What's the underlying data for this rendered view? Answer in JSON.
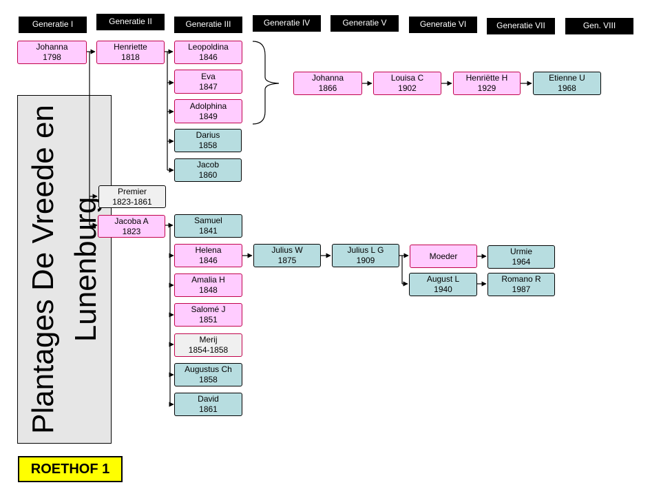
{
  "generations": [
    "Generatie I",
    "Generatie II",
    "Generatie III",
    "Generatie IV",
    "Generatie V",
    "Generatie VI",
    "Generatie VII",
    "Gen. VIII"
  ],
  "title": "Plantages De Vreede en Lunenburg",
  "label": "ROETHOF 1",
  "people": {
    "johanna_1798": {
      "name": "Johanna",
      "years": "1798"
    },
    "henriette_1818": {
      "name": "Henriette",
      "years": "1818"
    },
    "leopoldina": {
      "name": "Leopoldina",
      "years": "1846"
    },
    "eva": {
      "name": "Eva",
      "years": "1847"
    },
    "adolphina": {
      "name": "Adolphina",
      "years": "1849"
    },
    "darius": {
      "name": "Darius",
      "years": "1858"
    },
    "jacob": {
      "name": "Jacob",
      "years": "1860"
    },
    "johanna_1866": {
      "name": "Johanna",
      "years": "1866"
    },
    "louisa": {
      "name": "Louisa C",
      "years": "1902"
    },
    "henriette_h": {
      "name": "Henriëtte H",
      "years": "1929"
    },
    "etienne": {
      "name": "Etienne U",
      "years": "1968"
    },
    "premier": {
      "name": "Premier",
      "years": "1823-1861"
    },
    "jacoba": {
      "name": "Jacoba A",
      "years": "1823"
    },
    "samuel": {
      "name": "Samuel",
      "years": "1841"
    },
    "helena": {
      "name": "Helena",
      "years": "1846"
    },
    "amalia": {
      "name": "Amalia H",
      "years": "1848"
    },
    "salome": {
      "name": "Salomé J",
      "years": "1851"
    },
    "merij": {
      "name": "Merij",
      "years": "1854-1858"
    },
    "augustus": {
      "name": "Augustus Ch",
      "years": "1858"
    },
    "david": {
      "name": "David",
      "years": "1861"
    },
    "julius_w": {
      "name": "Julius W",
      "years": "1875"
    },
    "julius_lg": {
      "name": "Julius L G",
      "years": "1909"
    },
    "moeder": {
      "name": "Moeder",
      "years": ""
    },
    "august": {
      "name": "August L",
      "years": "1940"
    },
    "urmie": {
      "name": "Urmie",
      "years": "1964"
    },
    "romano": {
      "name": "Romano R",
      "years": "1987"
    }
  }
}
